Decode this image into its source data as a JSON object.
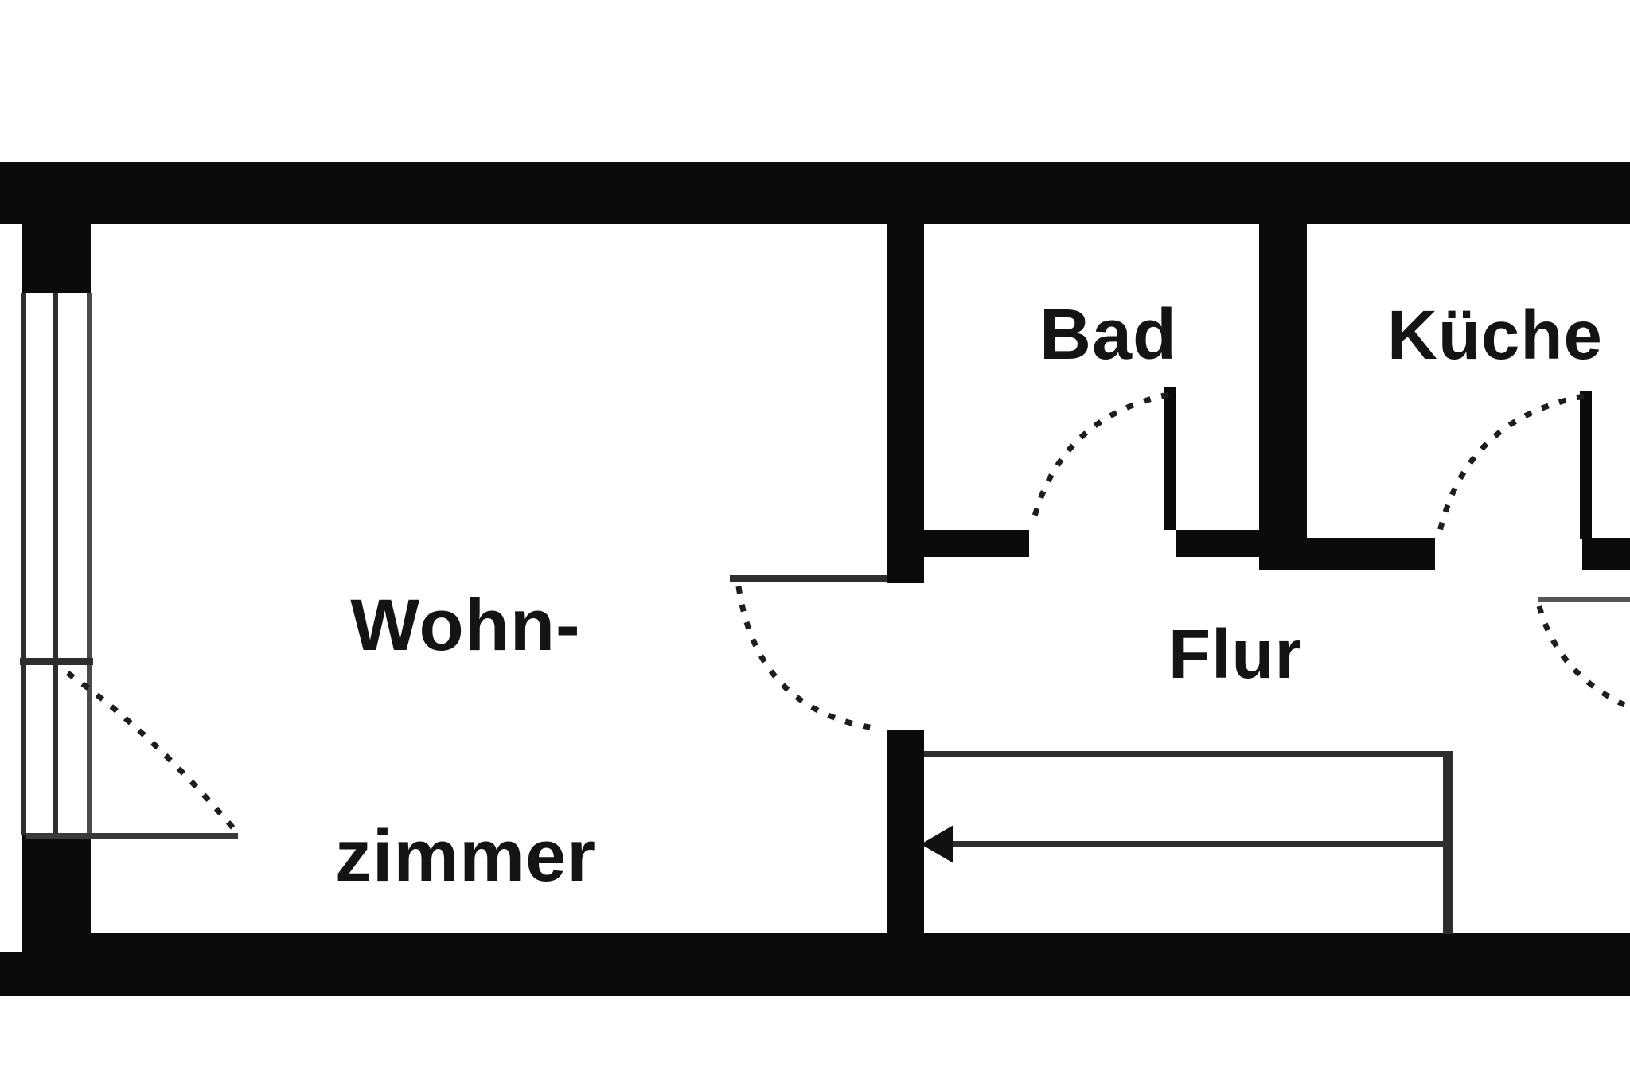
{
  "meta": {
    "type": "floor-plan",
    "language": "de",
    "colors": {
      "background": "#ffffff",
      "walls": "#0b0b0b",
      "thin_lines": "#2e2e2e",
      "door_leaf_gray": "#4a4a4a",
      "text": "#141414"
    }
  },
  "rooms": {
    "wohnzimmer": {
      "line1": "Wohn-",
      "line2": "zimmer",
      "full": "Wohnzimmer"
    },
    "bad": {
      "label": "Bad"
    },
    "kueche": {
      "label": "Küche"
    },
    "flur": {
      "label": "Flur"
    }
  },
  "features": [
    "window-left-wall",
    "balcony-door-bottom-left-with-swing",
    "wohnzimmer-door-to-flur-with-swing",
    "bad-door-with-swing",
    "kueche-door-with-swing",
    "entrance-door-right-edge-with-swing",
    "staircase-with-left-arrow"
  ]
}
